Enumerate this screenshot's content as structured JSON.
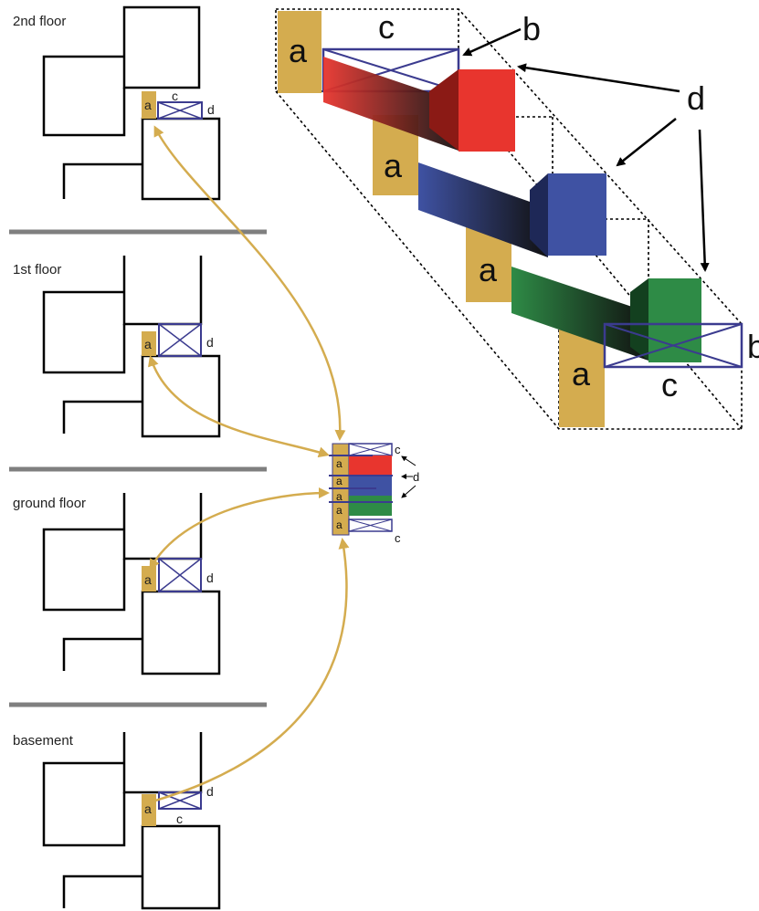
{
  "floors": [
    {
      "label": "2nd floor"
    },
    {
      "label": "1st floor"
    },
    {
      "label": "ground floor"
    },
    {
      "label": "basement"
    }
  ],
  "markers": {
    "a": "a",
    "b": "b",
    "c": "c",
    "d": "d"
  },
  "colors": {
    "gold": "#D4AC4F",
    "red": "#E8352E",
    "blue": "#3F52A3",
    "green": "#2E8B46",
    "outline": "#3B3B8F",
    "arrow": "#D4AC4F",
    "separator": "#7F7F7F"
  }
}
